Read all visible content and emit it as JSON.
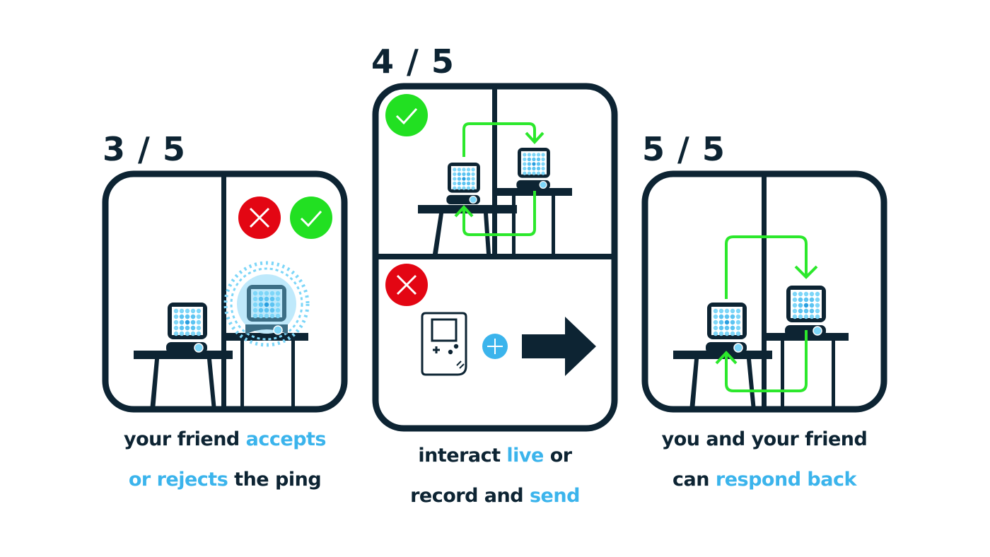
{
  "colors": {
    "ink": "#0d2433",
    "accent": "#3bb4ec",
    "accept_green": "#22e022",
    "reject_red": "#e30613",
    "arrow_green": "#2ce82c",
    "led_light": "#7dd6f8",
    "led_dark": "#3aaee8"
  },
  "steps": [
    {
      "number": "3 / 5",
      "caption_line1": [
        {
          "text": "your friend ",
          "highlight": false
        },
        {
          "text": "accepts",
          "highlight": true
        }
      ],
      "caption_line2": [
        {
          "text": "or rejects",
          "highlight": true
        },
        {
          "text": " the ping",
          "highlight": false
        }
      ],
      "icons": [
        "reject-icon",
        "accept-icon",
        "pinging-device"
      ]
    },
    {
      "number": "4 / 5",
      "caption_line1": [
        {
          "text": "interact ",
          "highlight": false
        },
        {
          "text": "live",
          "highlight": true
        },
        {
          "text": " or",
          "highlight": false
        }
      ],
      "caption_line2": [
        {
          "text": "record and ",
          "highlight": false
        },
        {
          "text": "send",
          "highlight": true
        }
      ],
      "icons": [
        "accept-icon",
        "reject-icon",
        "game-console-icon",
        "plus-icon",
        "send-arrow-icon"
      ]
    },
    {
      "number": "5 / 5",
      "caption_line1": [
        {
          "text": "you and your friend",
          "highlight": false
        }
      ],
      "caption_line2": [
        {
          "text": "can ",
          "highlight": false
        },
        {
          "text": "respond back",
          "highlight": true
        }
      ],
      "icons": [
        "exchange-arrows"
      ]
    }
  ]
}
